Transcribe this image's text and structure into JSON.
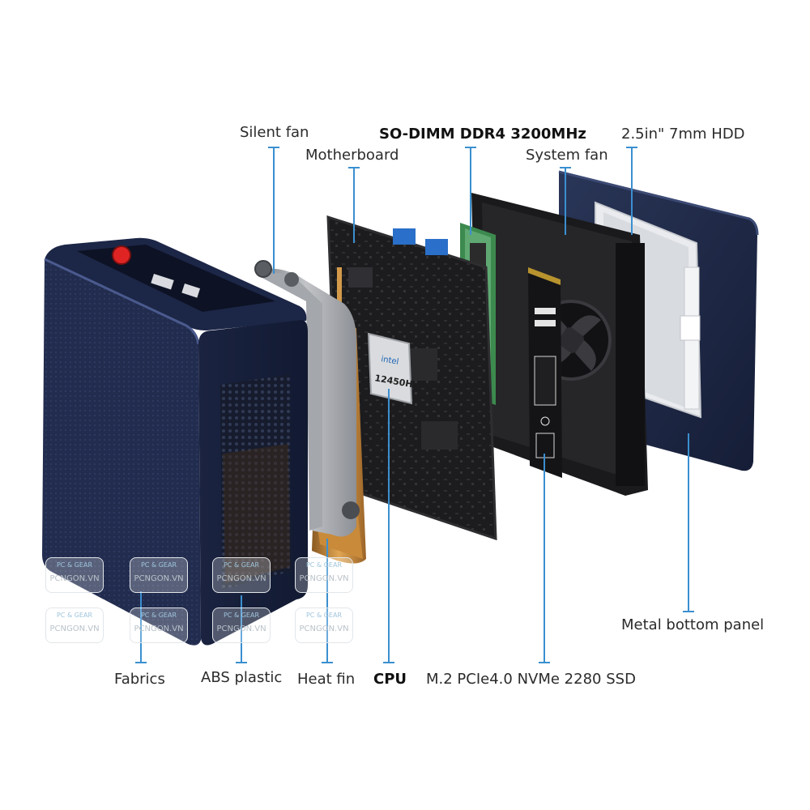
{
  "labels": {
    "silent_fan": "Silent fan",
    "sodimm": "SO-DIMM DDR4 3200MHz",
    "hdd": "2.5in\" 7mm HDD",
    "motherboard": "Motherboard",
    "system_fan": "System fan",
    "metal_bottom_panel": "Metal bottom panel",
    "fabrics": "Fabrics",
    "abs_plastic": "ABS plastic",
    "heat_fin": "Heat fin",
    "cpu": "CPU",
    "ssd": "M.2 PCIe4.0 NVMe 2280 SSD"
  },
  "cpu_chip": {
    "brand": "intel",
    "model": "12450H"
  },
  "watermark": {
    "line1": "PC & GEAR",
    "line2": "PCNGON.VN"
  },
  "colors": {
    "leader_line": "#3a8fd0",
    "chassis": "#1e2a4a",
    "power_button": "#e02424",
    "copper": "#c98a3a"
  }
}
